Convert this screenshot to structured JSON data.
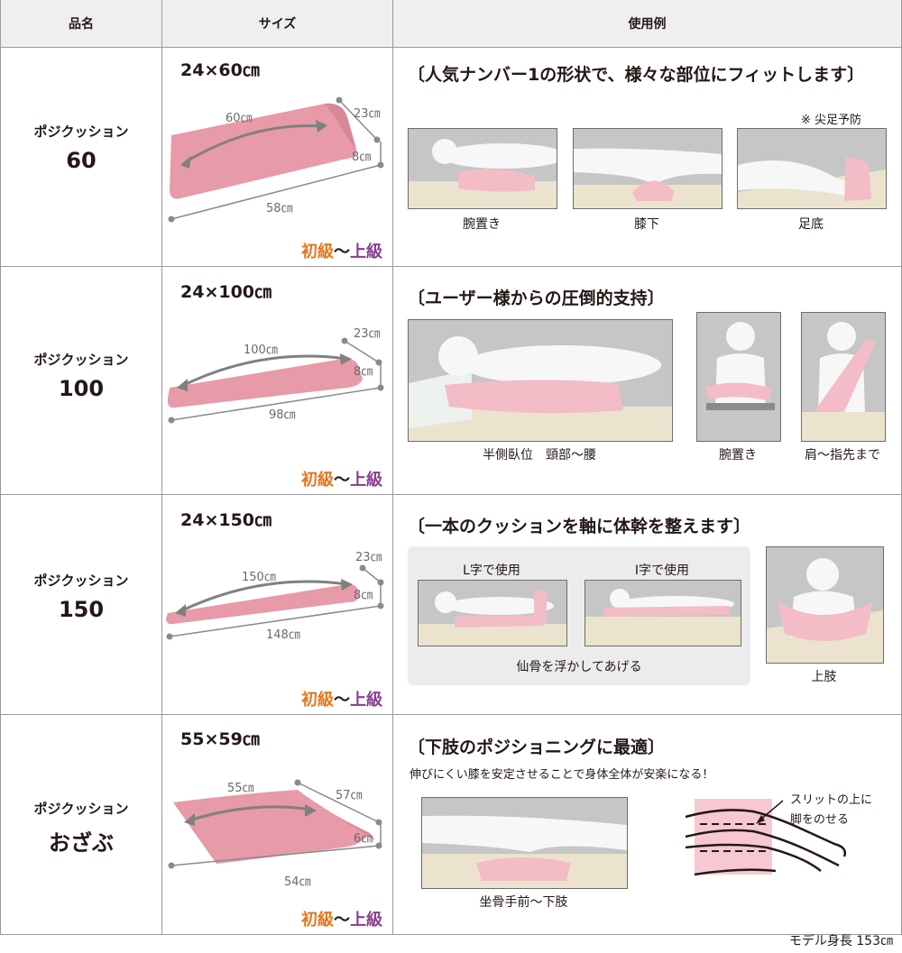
{
  "header": {
    "col_name": "品名",
    "col_size": "サイズ",
    "col_usage": "使用例"
  },
  "rows": [
    {
      "name_line1": "ポジクッション",
      "name_line2": "60",
      "size_label": "24×60㎝",
      "dims": {
        "length": "60㎝",
        "width": "23㎝",
        "height": "8㎝",
        "base": "58㎝"
      },
      "level_from": "初級",
      "level_sep": "〜",
      "level_to": "上級",
      "usage_title": "〔人気ナンバー1の形状で、様々な部位にフィットします〕",
      "note": "※ 尖足予防",
      "captions": [
        "腕置き",
        "膝下",
        "足底"
      ]
    },
    {
      "name_line1": "ポジクッション",
      "name_line2": "100",
      "size_label": "24×100㎝",
      "dims": {
        "length": "100㎝",
        "width": "23㎝",
        "height": "8㎝",
        "base": "98㎝"
      },
      "level_from": "初級",
      "level_sep": "〜",
      "level_to": "上級",
      "usage_title": "〔ユーザー様からの圧倒的支持〕",
      "captions": [
        "半側臥位　頸部〜腰",
        "腕置き",
        "肩〜指先まで"
      ]
    },
    {
      "name_line1": "ポジクッション",
      "name_line2": "150",
      "size_label": "24×150㎝",
      "dims": {
        "length": "150㎝",
        "width": "23㎝",
        "height": "8㎝",
        "base": "148㎝"
      },
      "level_from": "初級",
      "level_sep": "〜",
      "level_to": "上級",
      "usage_title": "〔一本のクッションを軸に体幹を整えます〕",
      "panel_labels": [
        "L字で使用",
        "I字で使用"
      ],
      "panel_caption": "仙骨を浮かしてあげる",
      "captions": [
        "上肢"
      ]
    },
    {
      "name_line1": "ポジクッション",
      "name_line2": "おざぶ",
      "size_label": "55×59㎝",
      "dims": {
        "length": "55㎝",
        "width": "57㎝",
        "height": "6㎝",
        "base": "54㎝"
      },
      "level_from": "初級",
      "level_sep": "〜",
      "level_to": "上級",
      "usage_title": "〔下肢のポジショニングに最適〕",
      "sub_text": "伸びにくい膝を安定させることで身体全体が安楽になる！",
      "captions": [
        "坐骨手前〜下肢"
      ],
      "slit_note_line1": "スリットの上に",
      "slit_note_line2": "脚をのせる"
    }
  ],
  "footer": "モデル身長 153㎝",
  "colors": {
    "pillow": "#e79aa8",
    "pillow_light": "#f3bcc6",
    "level_from": "#e4761f",
    "level_to": "#8a3b8f",
    "line": "#9a9a9a"
  }
}
